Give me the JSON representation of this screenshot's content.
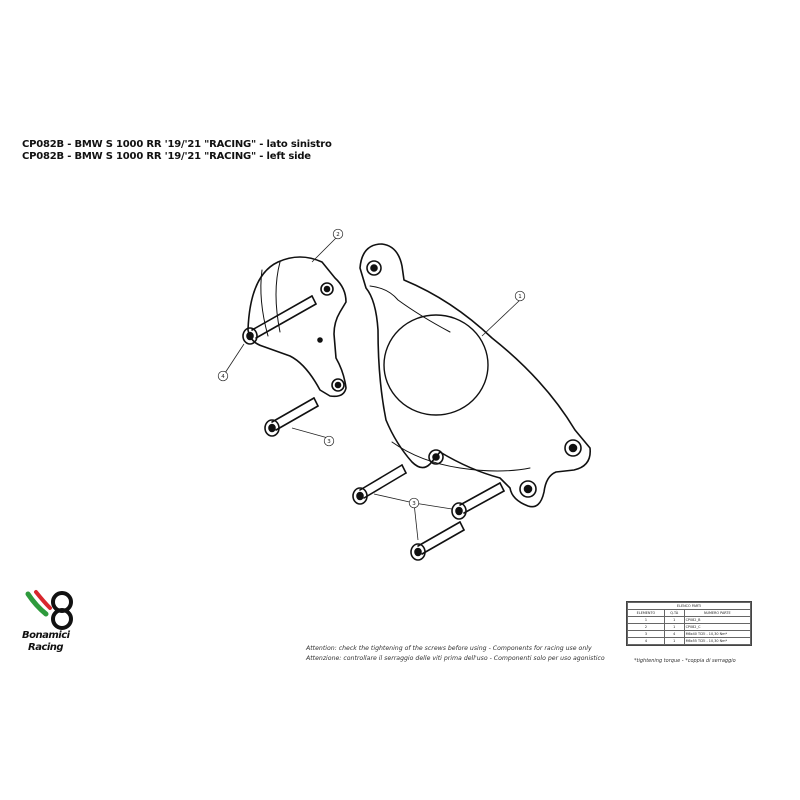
{
  "titles": {
    "line_it": "CP082B - BMW S 1000 RR '19/'21 \"RACING\" - lato sinistro",
    "line_en": "CP082B - BMW S 1000 RR '19/'21 \"RACING\" - left side"
  },
  "callouts": {
    "cover": "1",
    "slider": "2",
    "screw_short": "3",
    "screws_group": "3",
    "screw_top": "4"
  },
  "notes": {
    "en": "Attention: check the tightening of the screws before using - Components for racing use only",
    "it": "Attenzione: controllare il serraggio delle viti prima dell'uso - Componenti solo per uso agonistico"
  },
  "parts_table": {
    "caption": "ELENCO PARTI",
    "headers": [
      "ELEMENTO",
      "Q.TÀ",
      "NUMERO PARTE"
    ],
    "rows": [
      [
        "1",
        "1",
        "CP082_B"
      ],
      [
        "2",
        "1",
        "CP082_C"
      ],
      [
        "3",
        "4",
        "M6x40 TCEI - 10,30 Nm*"
      ],
      [
        "4",
        "1",
        "M6x55 TCEI - 10,30 Nm*"
      ]
    ],
    "footnote": "*tightening torque - *coppia di serraggio"
  },
  "logo": {
    "line1": "Bonamici",
    "line2": "Racing",
    "colors": {
      "green": "#2e9a3c",
      "red": "#d8272d",
      "black": "#111111"
    }
  }
}
